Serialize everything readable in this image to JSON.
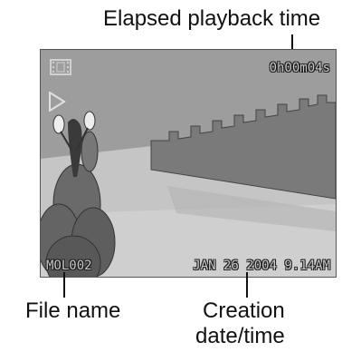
{
  "callouts": {
    "elapsed_time": "Elapsed playback time",
    "file_name": "File name",
    "creation_line1": "Creation",
    "creation_line2": "date/time"
  },
  "osd": {
    "elapsed": "0h00m04s",
    "file_name": "MOL002",
    "date_time": "JAN 26 2004 9.14AM",
    "movie_icon": "film-frame-icon",
    "play_icon": "play-triangle-icon"
  },
  "colors": {
    "screen_bg": "#8d8d8d",
    "sky": "#a3a3a3",
    "water": "#c4c4c4",
    "wall": "#7c7c7c",
    "trees": "#6a6a6a",
    "osd_text": "#c9c9c9"
  }
}
